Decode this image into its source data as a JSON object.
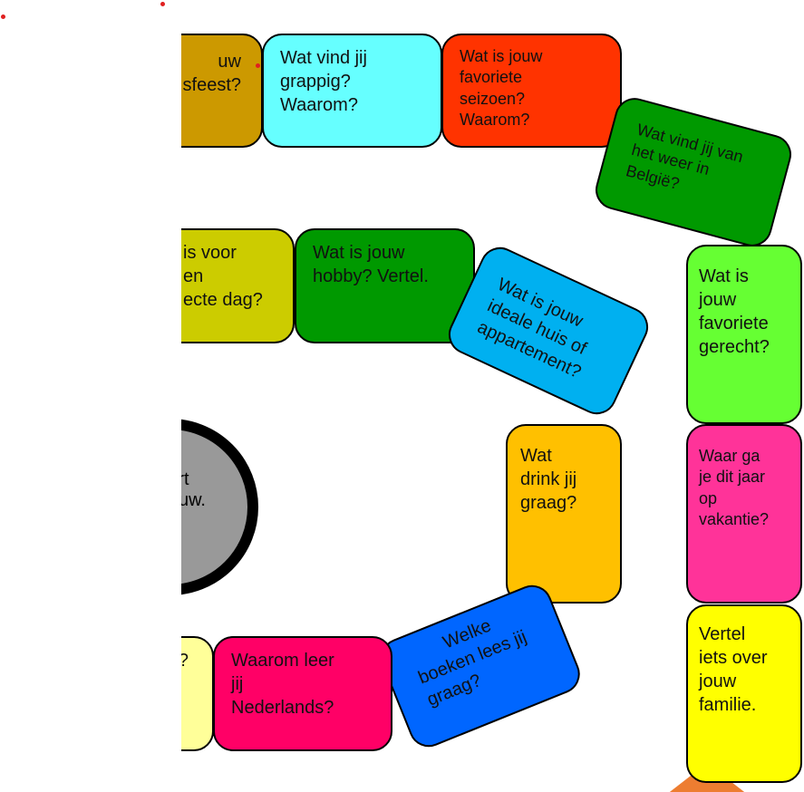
{
  "tiles": [
    {
      "id": "partial-feest",
      "lines": [
        "uw",
        "sfeest?"
      ],
      "color": "#CC9900"
    },
    {
      "id": "grappig",
      "lines": [
        "Wat vind jij",
        "grappig?",
        "Waarom?"
      ],
      "color": "#66FFFF"
    },
    {
      "id": "seizoen",
      "lines": [
        "Wat is jouw",
        "favoriete",
        "seizoen?",
        "Waarom?"
      ],
      "color": "#FF3300"
    },
    {
      "id": "weer",
      "lines": [
        "Wat vind jij van",
        "het weer in",
        "België?"
      ],
      "color": "#009900"
    },
    {
      "id": "gerecht",
      "lines": [
        "Wat is",
        "jouw",
        "favoriete",
        "gerecht?"
      ],
      "color": "#66FF33"
    },
    {
      "id": "vakantie",
      "lines": [
        "Waar ga",
        "je dit jaar",
        "op",
        "vakantie?"
      ],
      "color": "#FF3399"
    },
    {
      "id": "familie",
      "lines": [
        "Vertel",
        "iets over",
        "jouw",
        "familie."
      ],
      "color": "#FFFF00"
    },
    {
      "id": "perfecte-dag",
      "lines": [
        "is voor",
        "en",
        "ecte dag?"
      ],
      "color": "#CCCC00"
    },
    {
      "id": "hobby",
      "lines": [
        "Wat is jouw",
        "hobby? Vertel."
      ],
      "color": "#009900"
    },
    {
      "id": "huis",
      "lines": [
        "Wat is jouw",
        "ideale huis of",
        "appartement?"
      ],
      "color": "#00B0F0"
    },
    {
      "id": "drink",
      "lines": [
        "Wat",
        "drink jij",
        "graag?"
      ],
      "color": "#FFC000"
    },
    {
      "id": "boeken",
      "lines": [
        "Welke",
        "boeken lees jij",
        "graag?"
      ],
      "color": "#0066FF"
    },
    {
      "id": "nederlands",
      "lines": [
        "Waarom leer",
        "jij",
        "Nederlands?"
      ],
      "color": "#FF0066"
    },
    {
      "id": "partial-pale",
      "lines": [
        "?"
      ],
      "color": "#FFFF99"
    }
  ],
  "start": {
    "lines": [
      "Start",
      "opnieuw."
    ]
  }
}
